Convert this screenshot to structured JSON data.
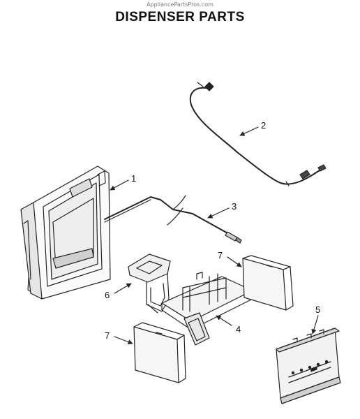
{
  "watermark": "AppliancePartsPros.com",
  "title": "DISPENSER PARTS",
  "callouts": [
    "1",
    "2",
    "3",
    "4",
    "5",
    "6",
    "7",
    "7"
  ]
}
